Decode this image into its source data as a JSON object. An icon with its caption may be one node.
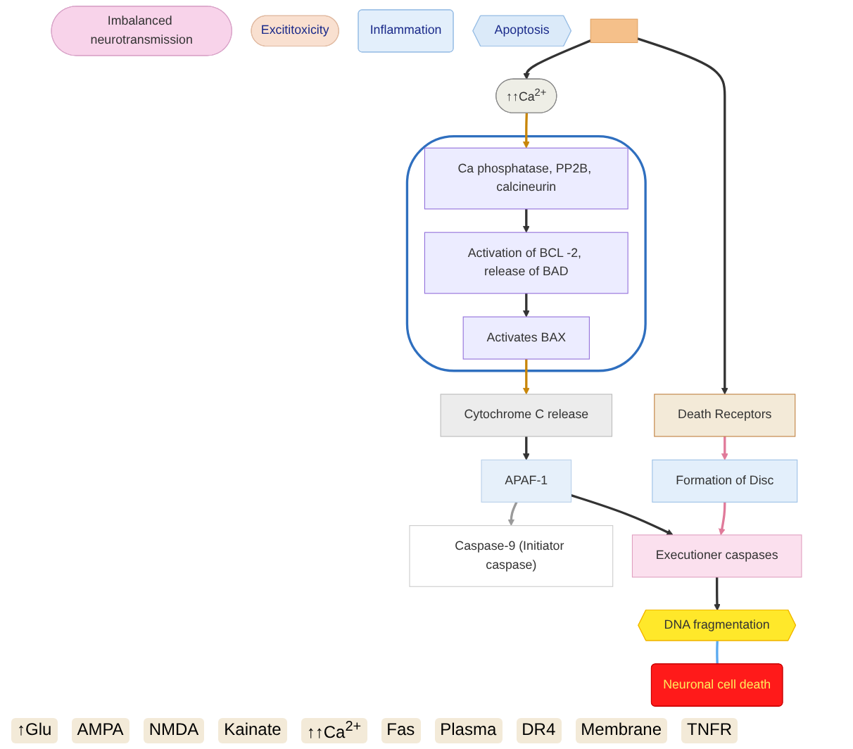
{
  "diagram": {
    "nodes": [
      {
        "text": [
          "Imbalanced neurotransmission"
        ]
      },
      {
        "text": [
          "Excititoxicity"
        ]
      },
      {
        "text": [
          "Inflammation"
        ]
      },
      {
        "text": [
          "Apoptosis"
        ]
      },
      {
        "text": [
          "↑↑Ca$^{2+}$"
        ]
      },
      {
        "text": [],
        "shape": "ellipse"
      },
      {
        "text": [
          "Ca phosphatase, PP2B, calcineurin"
        ],
        "in": 5
      },
      {
        "text": [
          "Activation of BCL -2, release of BAD"
        ],
        "in": 5
      },
      {
        "text": [
          "Activates BAX"
        ],
        "in": 5
      },
      {
        "text": [
          "Cytochrome C release"
        ]
      },
      {
        "text": [
          "APAF-1"
        ]
      },
      {
        "text": [
          "Caspase-9 (Initiator caspase)"
        ]
      },
      {
        "text": [
          "Executioner caspases"
        ]
      },
      {
        "text": [
          "DNA fragmentation"
        ]
      },
      {
        "text": [
          "Neuronal cell death"
        ]
      },
      {
        "text": [],
        "shape": "box"
      },
      {
        "text": [
          "Death Receptors"
        ]
      },
      {
        "text": [
          "Formation of Disc"
        ]
      }
    ],
    "edges": [
      {
        "from": 15,
        "to": 4,
        "arrow": "to"
      },
      {
        "from": 15,
        "to": 16,
        "arrow": "to"
      },
      {
        "from": 4,
        "to": 6,
        "arrow": "to",
        "color": "#c8860a"
      },
      {
        "from": 6,
        "to": 7,
        "arrow": "to"
      },
      {
        "from": 7,
        "to": 8,
        "arrow": "to"
      },
      {
        "from": 8,
        "to": 9,
        "arrow": "to",
        "color": "#c8860a"
      },
      {
        "from": 9,
        "to": 10,
        "arrow": "to"
      },
      {
        "from": 10,
        "to": 11,
        "arrow": "to",
        "color": "#9a9a9a"
      },
      {
        "from": 10,
        "to": 12,
        "arrow": "to"
      },
      {
        "from": 12,
        "to": 13,
        "arrow": "to"
      },
      {
        "from": 13,
        "to": 14,
        "arrow": "none",
        "color": "#5aaaf0"
      },
      {
        "from": 16,
        "to": 17,
        "arrow": "to",
        "color": "#e07a9a"
      },
      {
        "from": 17,
        "to": 12,
        "arrow": "to",
        "color": "#e07a9a"
      }
    ],
    "labels": [
      "↑Glu",
      "AMPA",
      "NMDA",
      "Kainate",
      "↑↑Ca$^{2+}$",
      "Fas",
      "Plasma",
      "DR4",
      "Membrane",
      "TNFR"
    ]
  }
}
